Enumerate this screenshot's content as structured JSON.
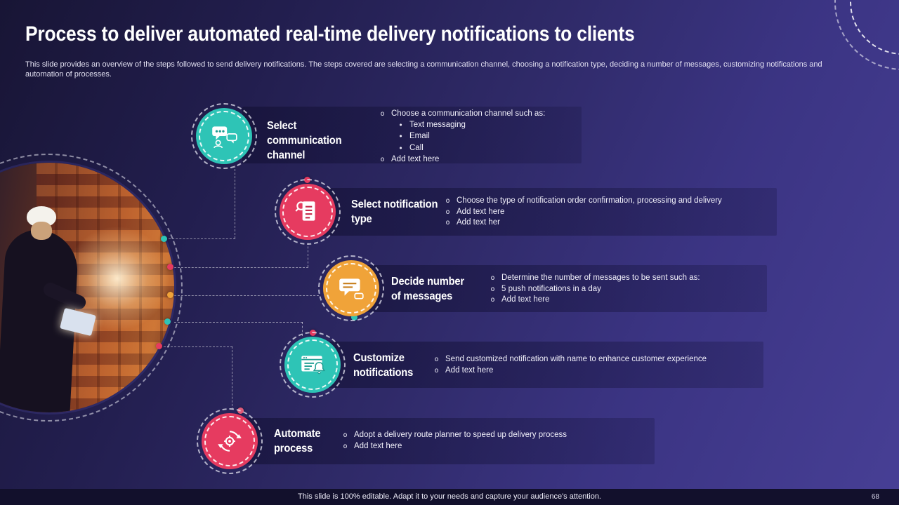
{
  "slide": {
    "title": "Process to deliver automated real-time delivery notifications to clients",
    "subtitle": "This slide provides an overview of the steps followed to send delivery notifications. The steps covered are selecting a communication channel, choosing a notification type, deciding a number of messages, customizing notifications and automation of processes.",
    "footer_note": "This slide is 100% editable. Adapt it to your needs and capture your audience's attention.",
    "page_number": "68"
  },
  "photo": {
    "description": "Worker in white hard hat using a tablet in a shipping container yard"
  },
  "colors": {
    "teal": "#2ec4b6",
    "red": "#e63b60",
    "amber": "#f0a339",
    "background_dark": "#181535",
    "background_light": "#473f95",
    "footer_bar": "#12102c"
  },
  "steps": [
    {
      "title": "Select communication channel",
      "icon": "communication-channel-icon",
      "color": "#2ec4b6",
      "bullets": [
        "Choose a communication channel such as:",
        "Add text here"
      ],
      "sub_bullets": [
        "Text messaging",
        "Email",
        "Call"
      ]
    },
    {
      "title": "Select notification type",
      "icon": "notification-type-icon",
      "color": "#e63b60",
      "bullets": [
        "Choose the type of notification order confirmation, processing and delivery",
        "Add text here",
        "Add text her"
      ]
    },
    {
      "title": "Decide number of messages",
      "icon": "messages-icon",
      "color": "#f0a339",
      "bullets": [
        "Determine the number of messages to be sent such as:",
        "5 push notifications in a day",
        "Add text here"
      ]
    },
    {
      "title": "Customize notifications",
      "icon": "customize-notifications-icon",
      "color": "#2ec4b6",
      "bullets": [
        "Send customized notification with name to enhance customer experience",
        "Add text here"
      ]
    },
    {
      "title": "Automate process",
      "icon": "automate-process-icon",
      "color": "#e63b60",
      "bullets": [
        "Adopt a delivery route planner to speed up delivery process",
        "Add text here"
      ]
    }
  ]
}
